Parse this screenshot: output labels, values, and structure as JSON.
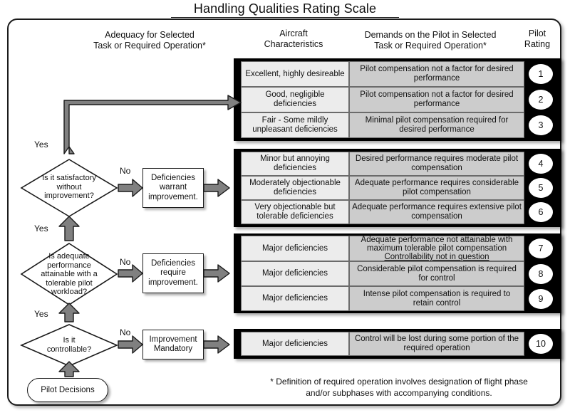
{
  "title": "Handling Qualities Rating Scale",
  "headers": {
    "adequacy": "Adequacy for Selected\nTask or Required  Operation*",
    "adequacy_line1": "Adequacy for Selected",
    "adequacy_line2": "Task or Required  Operation*",
    "aircraft_line1": "Aircraft",
    "aircraft_line2": "Characteristics",
    "demands_line1": "Demands on the Pilot in Selected",
    "demands_line2": "Task or Required Operation*",
    "rating_line1": "Pilot",
    "rating_line2": "Rating"
  },
  "groups": [
    {
      "name": "satisfactory-group",
      "rows": [
        {
          "characteristics": "Excellent, highly desireable",
          "demands": "Pilot compensation not a factor for desired performance",
          "rating": "1"
        },
        {
          "characteristics": "Good, negligible deficiencies",
          "demands": "Pilot compensation not a factor for desired performance",
          "rating": "2"
        },
        {
          "characteristics": "Fair - Some mildly unpleasant deficiencies",
          "demands": "Minimal pilot compensation required for desired performance",
          "rating": "3"
        }
      ]
    },
    {
      "name": "deficiencies-warrant-group",
      "rows": [
        {
          "characteristics": "Minor but annoying deficiencies",
          "demands": "Desired performance requires moderate pilot compensation",
          "rating": "4"
        },
        {
          "characteristics": "Moderately objectionable deficiencies",
          "demands": "Adequate performance requires considerable pilot compensation",
          "rating": "5"
        },
        {
          "characteristics": "Very objectionable but tolerable deficiencies",
          "demands": "Adequate performance requires extensive pilot compensation",
          "rating": "6"
        }
      ]
    },
    {
      "name": "deficiencies-require-group",
      "rows": [
        {
          "characteristics": "Major deficiencies",
          "demands_line1": "Adequate performance not attainable with",
          "demands_line2": "maximum tolerable pilot compensation",
          "demands_line3": "Controllability not in question",
          "rating": "7"
        },
        {
          "characteristics": "Major deficiencies",
          "demands": "Considerable pilot compensation is required for control",
          "rating": "8"
        },
        {
          "characteristics": "Major deficiencies",
          "demands": "Intense pilot compensation is required to retain control",
          "rating": "9"
        }
      ]
    },
    {
      "name": "improvement-mandatory-group",
      "rows": [
        {
          "characteristics": "Major deficiencies",
          "demands": "Control will be lost during some portion of the required operation",
          "rating": "10"
        }
      ]
    }
  ],
  "decisions": [
    {
      "id": "is-it-satisfactory",
      "line1": "Is it satisfactory",
      "line2": "without",
      "line3": "improvement?",
      "yes_label": "Yes",
      "no_label": "No"
    },
    {
      "id": "is-adequate-performance",
      "line1": "Is adequate",
      "line2": "performance",
      "line3": "attainable with a",
      "line4": "tolerable pilot",
      "line5": "workload?",
      "yes_label": "Yes",
      "no_label": "No"
    },
    {
      "id": "is-it-controllable",
      "line1": "Is it",
      "line2": "controllable?",
      "yes_label": "Yes",
      "no_label": "No"
    }
  ],
  "process_boxes": [
    {
      "id": "deficiencies-warrant",
      "line1": "Deficiencies",
      "line2": "warrant",
      "line3": "improvement."
    },
    {
      "id": "deficiencies-require",
      "line1": "Deficiencies",
      "line2": "require",
      "line3": "improvement."
    },
    {
      "id": "improvement-mandatory",
      "line1": "Improvement",
      "line2": "Mandatory"
    }
  ],
  "terminator": {
    "label": "Pilot Decisions"
  },
  "footnote": {
    "line1": "* Definition of required operation involves designation of flight phase",
    "line2": "and/or subphases with accompanying conditions."
  },
  "colors": {
    "characteristics_cell": "#ececec",
    "demands_cell": "#cccccc",
    "group_block": "#000000",
    "rating_circle": "#ffffff",
    "frame_border": "#1a1a1a",
    "arrow_fill": "#808080",
    "arrow_stroke": "#1a1a1a"
  }
}
